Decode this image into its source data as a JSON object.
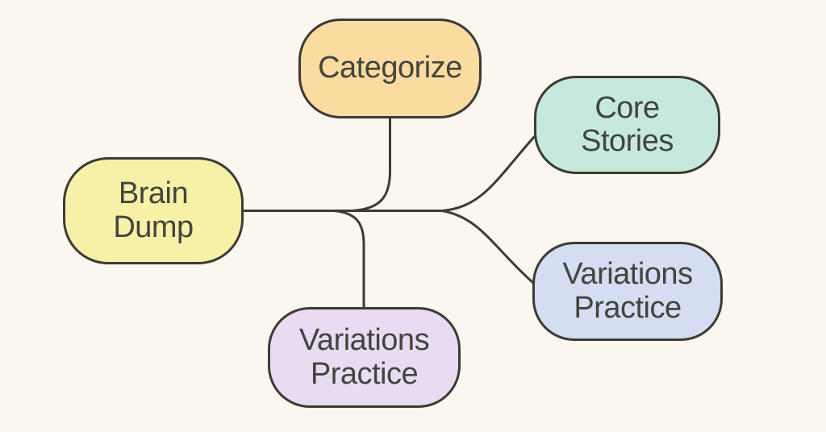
{
  "page": {
    "background": "#FBF6EE"
  },
  "diagram": {
    "type": "mindmap",
    "stroke_color": "#3C3B36",
    "text_color": "#42453E",
    "nodes": {
      "brain_dump": {
        "label": "Brain\nDump",
        "fill": "#F7F1A8",
        "border": "#3C3B36",
        "role": "root"
      },
      "categorize": {
        "label": "Categorize",
        "fill": "#FADBA0",
        "border": "#3C3B36",
        "role": "branch"
      },
      "core_stories": {
        "label": "Core\nStories",
        "fill": "#C7E9DD",
        "border": "#3C3B36",
        "role": "branch"
      },
      "variations_practice_right": {
        "label": "Variations\nPractice",
        "fill": "#D4DDF1",
        "border": "#3C3B36",
        "role": "branch"
      },
      "variations_practice_bottom": {
        "label": "Variations\nPractice",
        "fill": "#E9DCF2",
        "border": "#3C3B36",
        "role": "branch"
      }
    },
    "edges": [
      {
        "from": "brain_dump",
        "to": "categorize"
      },
      {
        "from": "brain_dump",
        "to": "core_stories"
      },
      {
        "from": "brain_dump",
        "to": "variations_practice_right"
      },
      {
        "from": "brain_dump",
        "to": "variations_practice_bottom"
      }
    ]
  }
}
